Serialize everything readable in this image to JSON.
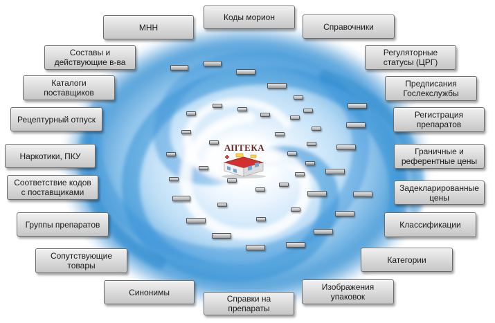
{
  "center": {
    "title": "АПТЕКА"
  },
  "modules": [
    {
      "id": "mnn",
      "label": "МНН"
    },
    {
      "id": "morion-codes",
      "label": "Коды морион"
    },
    {
      "id": "reference-books",
      "label": "Справочники"
    },
    {
      "id": "compositions",
      "label": "Составы и\nдействующие в-ва"
    },
    {
      "id": "regulatory-statuses",
      "label": "Регуляторные\nстатусы (ЦРГ)"
    },
    {
      "id": "supplier-catalogs",
      "label": "Каталоги\nпоставщиков"
    },
    {
      "id": "gosleksluzhba-orders",
      "label": "Предписания\nГослекслужбы"
    },
    {
      "id": "prescription-dispensing",
      "label": "Рецептурный отпуск"
    },
    {
      "id": "drug-registration",
      "label": "Регистрация\nпрепаратов"
    },
    {
      "id": "narcotics",
      "label": "Наркотики, ПКУ"
    },
    {
      "id": "reference-prices",
      "label": "Граничные и\nреферентные цены"
    },
    {
      "id": "code-matching",
      "label": "Соответствие кодов\nс поставщиками"
    },
    {
      "id": "declared-prices",
      "label": "Задекларированные\nцены"
    },
    {
      "id": "drug-groups",
      "label": "Группы препаратов"
    },
    {
      "id": "classifications",
      "label": "Классификации"
    },
    {
      "id": "related-goods",
      "label": "Сопутствующие\nтовары"
    },
    {
      "id": "categories",
      "label": "Категории"
    },
    {
      "id": "synonyms",
      "label": "Синонимы"
    },
    {
      "id": "package-images",
      "label": "Изображения\nупаковок"
    },
    {
      "id": "drug-references",
      "label": "Справки на\nпрепараты"
    }
  ],
  "colors": {
    "swirl_outer": "#1f7fc8",
    "swirl_light": "#d6ecfb",
    "tile_border": "#6b6b6b",
    "center_text": "#6b2525",
    "building_roof": "#c62828"
  },
  "icons": {
    "center": "pharmacy-building-icon"
  }
}
